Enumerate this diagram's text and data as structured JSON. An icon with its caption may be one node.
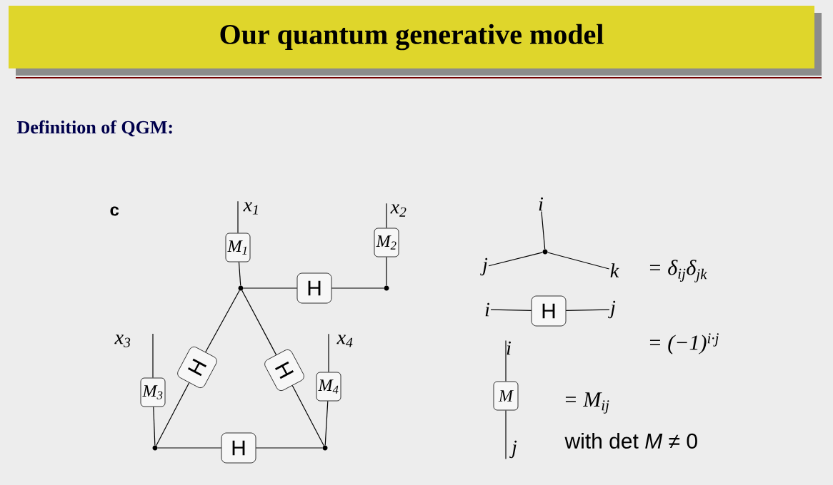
{
  "diagram": {
    "title": "Our quantum generative model",
    "nodes": [
      {
        "text": [
          "x$_{1}$"
        ]
      },
      {
        "text": [
          "M$_{1}$"
        ]
      },
      {
        "text": [
          "x$_{2}$"
        ]
      },
      {
        "text": [
          "M$_{2}$"
        ]
      },
      {
        "text": [],
        "shape": "circle"
      },
      {
        "text": [
          "H"
        ]
      },
      {
        "text": [],
        "shape": "circle"
      },
      {
        "text": [
          "x$_{3}$"
        ]
      },
      {
        "text": [
          "M$_{3}$"
        ]
      },
      {
        "text": [
          "H"
        ]
      },
      {
        "text": [
          "H"
        ]
      },
      {
        "text": [
          "x$_{4}$"
        ]
      },
      {
        "text": [
          "M$_{4}$"
        ]
      },
      {
        "text": [],
        "shape": "circle"
      },
      {
        "text": [
          "H"
        ]
      },
      {
        "text": [],
        "shape": "circle"
      },
      {
        "text": [
          "i"
        ]
      },
      {
        "text": [
          "j"
        ]
      },
      {
        "text": [],
        "shape": "circle"
      },
      {
        "text": [
          "k"
        ]
      },
      {
        "text": [
          "i"
        ]
      },
      {
        "text": [
          "H"
        ]
      },
      {
        "text": [
          "j"
        ]
      },
      {
        "text": [
          "i"
        ]
      },
      {
        "text": [
          "M"
        ]
      },
      {
        "text": [
          "j"
        ]
      }
    ],
    "edges": [
      {
        "from": 1,
        "to": 0,
        "arrow": "none"
      },
      {
        "from": 3,
        "to": 2,
        "arrow": "none"
      },
      {
        "from": 8,
        "to": 7,
        "arrow": "none"
      },
      {
        "from": 12,
        "to": 11,
        "arrow": "none"
      },
      {
        "from": 1,
        "to": 4,
        "arrow": "none"
      },
      {
        "from": 4,
        "to": 5,
        "arrow": "none"
      },
      {
        "from": 5,
        "to": 6,
        "arrow": "none"
      },
      {
        "from": 6,
        "to": 3,
        "arrow": "none"
      },
      {
        "from": 4,
        "to": 9,
        "arrow": "none"
      },
      {
        "from": 9,
        "to": 13,
        "arrow": "none"
      },
      {
        "from": 4,
        "to": 10,
        "arrow": "none"
      },
      {
        "from": 10,
        "to": 15,
        "arrow": "none"
      },
      {
        "from": 13,
        "to": 14,
        "arrow": "none"
      },
      {
        "from": 14,
        "to": 15,
        "arrow": "none"
      },
      {
        "from": 8,
        "to": 13,
        "arrow": "none"
      },
      {
        "from": 12,
        "to": 15,
        "arrow": "none"
      },
      {
        "from": 18,
        "to": 16,
        "arrow": "none"
      },
      {
        "from": 18,
        "to": 17,
        "arrow": "none"
      },
      {
        "from": 18,
        "to": 19,
        "arrow": "none"
      },
      {
        "from": 20,
        "to": 21,
        "arrow": "none"
      },
      {
        "from": 21,
        "to": 22,
        "arrow": "none"
      },
      {
        "from": 24,
        "to": 23,
        "arrow": "none"
      },
      {
        "from": 24,
        "to": 25,
        "arrow": "none"
      }
    ],
    "labels": [
      "Definition of QGM:",
      "c",
      "= δ$_{ij}$δ$_{jk}$",
      "= (−1)$^{i·j}$",
      "= M$_{ij}$",
      "with det *M* ≠ 0"
    ]
  }
}
